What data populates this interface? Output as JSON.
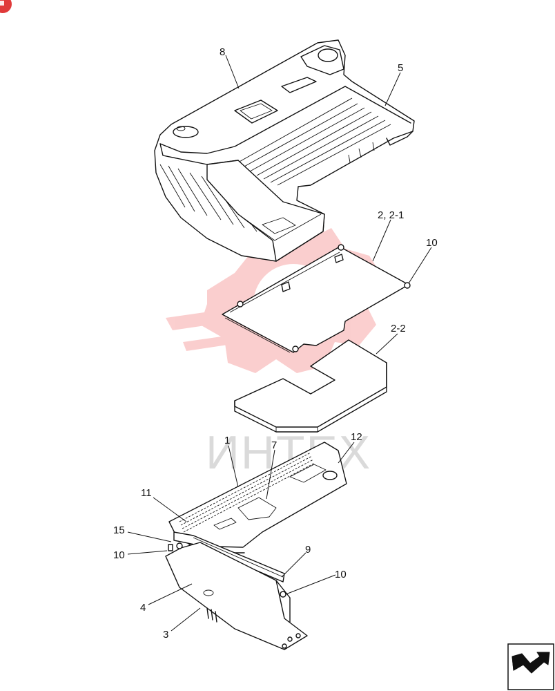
{
  "labels": {
    "l8": "8",
    "l5": "5",
    "l2": "2, 2-1",
    "l10a": "10",
    "l22": "2-2",
    "l1": "1",
    "l7": "7",
    "l12": "12",
    "l11": "11",
    "l15": "15",
    "l10b": "10",
    "l9": "9",
    "l10c": "10",
    "l4": "4",
    "l3": "3"
  },
  "watermark": {
    "text": "ИНТЕХ",
    "color": "#f26a6a"
  },
  "icons": {
    "corner": "red-badge-icon",
    "nav": "next-page-arrow-icon"
  },
  "colors": {
    "line": "#111111",
    "accent": "#e03a3a"
  }
}
